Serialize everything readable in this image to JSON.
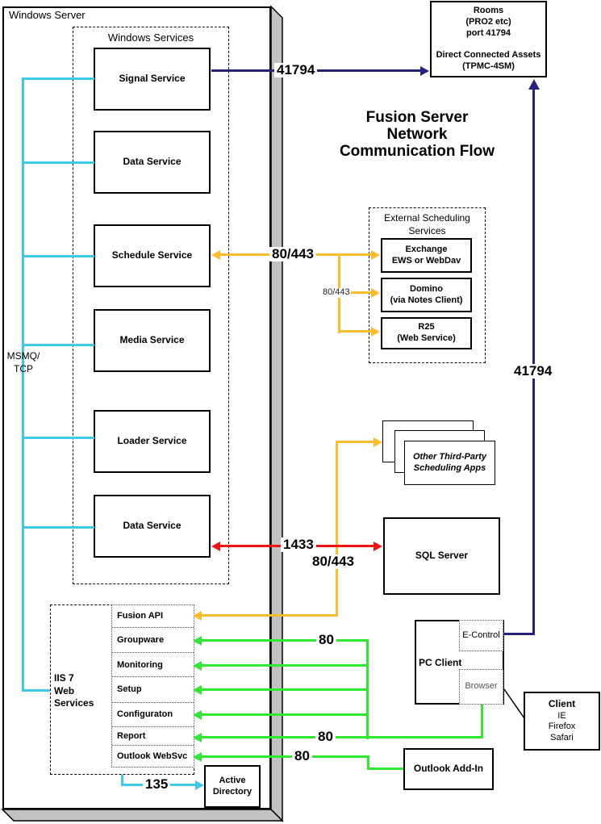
{
  "title": "Fusion Server\nNetwork\nCommunication Flow",
  "windows_server": {
    "label": "Windows Server"
  },
  "windows_services": {
    "label": "Windows Services",
    "boxes": [
      {
        "label": "Signal Service"
      },
      {
        "label": "Data Service"
      },
      {
        "label": "Schedule Service"
      },
      {
        "label": "Media Service"
      },
      {
        "label": "Loader Service"
      },
      {
        "label": "Data Service"
      }
    ]
  },
  "msmq": {
    "label": "MSMQ/\nTCP"
  },
  "iis": {
    "label": "IIS 7\nWeb\nServices",
    "rows": [
      {
        "label": "Fusion API"
      },
      {
        "label": "Groupware"
      },
      {
        "label": "Monitoring"
      },
      {
        "label": "Setup"
      },
      {
        "label": "Configuraton"
      },
      {
        "label": "Report"
      },
      {
        "label": "Outlook WebSvc"
      }
    ]
  },
  "active_directory": {
    "label": "Active\nDirectory"
  },
  "rooms": {
    "label": "Rooms\n(PRO2 etc)\nport 41794\n\nDirect Connected Assets\n(TPMC-4SM)"
  },
  "external_scheduling": {
    "label": "External Scheduling\nServices",
    "boxes": [
      {
        "label": "Exchange\nEWS or WebDav"
      },
      {
        "label": "Domino\n(via Notes Client)"
      },
      {
        "label": "R25\n(Web Service)"
      }
    ]
  },
  "third_party": {
    "label": "Other Third-Party\nScheduling Apps"
  },
  "sql_server": {
    "label": "SQL Server"
  },
  "pc_client": {
    "label": "PC Client",
    "e_control": "E-Control",
    "browser": "Browser"
  },
  "client": {
    "label": "Client",
    "items": "IE\nFirefox\nSafari"
  },
  "outlook_addin": {
    "label": "Outlook Add-In"
  },
  "ports": {
    "rooms_link": "41794",
    "econtrol_link": "41794",
    "schedule_link": "80/443",
    "schedule_branch": "80/443",
    "fusion_api_link": "80/443",
    "sql_link": "1433",
    "groupware_link": "80",
    "browser_link": "80",
    "outlook_link": "80",
    "active_directory_link": "135"
  },
  "colors": {
    "navy": "#26217D",
    "cyan": "#3EC9E9",
    "yellow": "#FBBD2B",
    "red": "#EE1414",
    "green": "#30E830",
    "wallgray": "#C2C2C2"
  }
}
